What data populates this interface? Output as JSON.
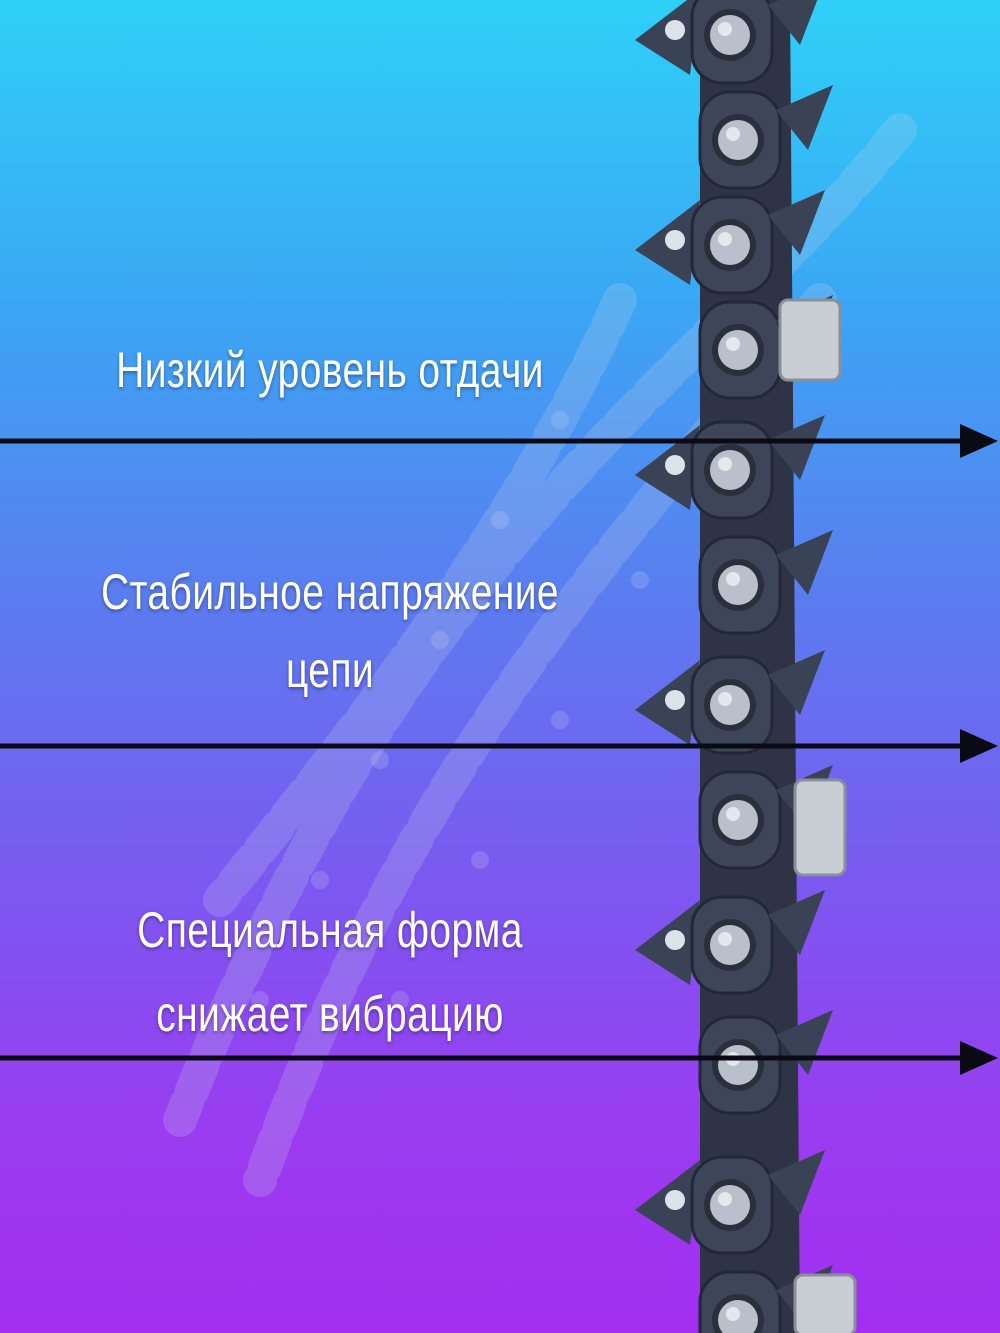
{
  "features": [
    {
      "lines": [
        "Низкий уровень отдачи"
      ]
    },
    {
      "lines": [
        "Стабильное напряжение",
        "цепи"
      ]
    },
    {
      "lines": [
        "Специальная форма",
        "снижает вибрацию"
      ]
    }
  ],
  "colors": {
    "gradient_top": "#2fd0f8",
    "gradient_bottom": "#a32ef0",
    "text": "#ffffff",
    "arrow": "#0a0a14",
    "chain_metal": "#3a4256",
    "rivet": "#b9c0cc",
    "cutter": "#c9cdd4"
  },
  "icons": [
    "saw-chain-image",
    "arrow-right-icon"
  ]
}
